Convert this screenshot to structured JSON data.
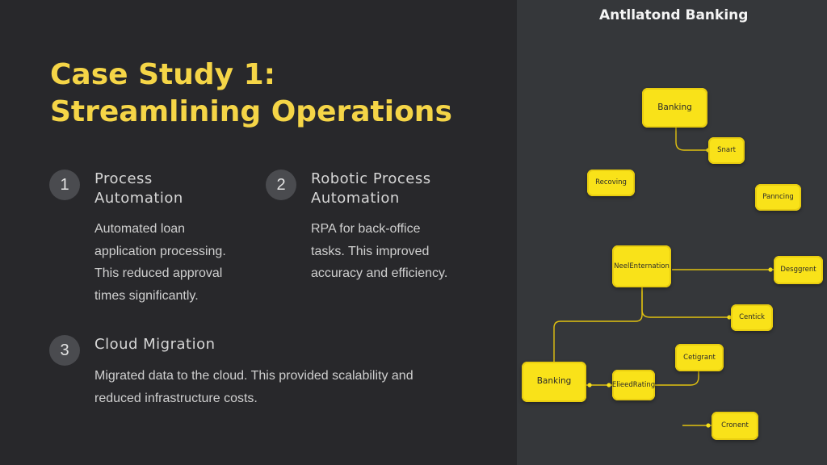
{
  "slide": {
    "title_line1": "Case Study 1:",
    "title_line2": "Streamlining Operations",
    "items": [
      {
        "number": "1",
        "title_line1": "Process",
        "title_line2": "Automation",
        "desc": [
          "Automated loan",
          "application processing.",
          "This reduced approval",
          "times significantly."
        ]
      },
      {
        "number": "2",
        "title_line1": "Robotic Process",
        "title_line2": "Automation",
        "desc": [
          "RPA for back-office",
          "tasks. This improved",
          "accuracy and efficiency."
        ]
      },
      {
        "number": "3",
        "title_line1": "Cloud Migration",
        "desc": [
          "Migrated data to the cloud. This provided scalability and",
          "reduced infrastructure costs."
        ]
      }
    ]
  },
  "diagram": {
    "title": "Antllatond Banking",
    "node_color": "#f9e219",
    "nodes": {
      "banking_top": "Banking",
      "snart": "Snart",
      "recoving": "Recoving",
      "panncing": "Panncing",
      "neel_line1": "Neel",
      "neel_line2": "Enternation",
      "desggrent": "Desggrent",
      "centick": "Centick",
      "cetigrant": "Cetigrant",
      "banking_bottom": "Banking",
      "elieed_line1": "Elieed",
      "elieed_line2": "Rating",
      "cronent": "Cronent"
    }
  },
  "colors": {
    "accent": "#f5d547",
    "left_bg": "#28282b",
    "right_bg": "#35373a"
  }
}
